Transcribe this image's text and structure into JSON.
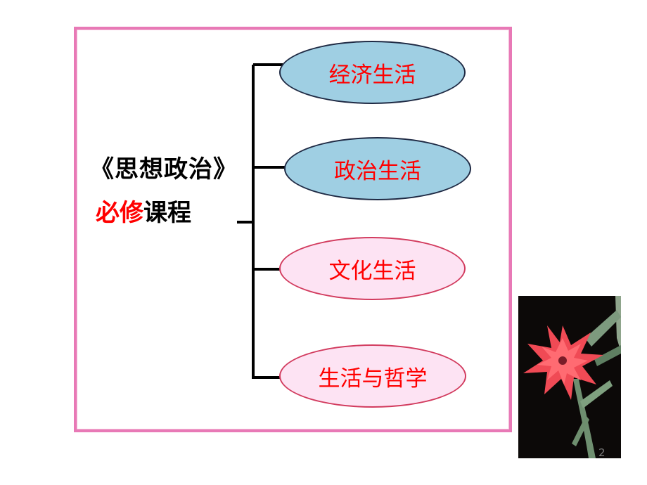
{
  "root": {
    "title": "《思想政治》",
    "required": "必修",
    "course": "课程"
  },
  "branches": [
    {
      "label": "经济生活",
      "style": "blue"
    },
    {
      "label": "政治生活",
      "style": "blue"
    },
    {
      "label": "文化生活",
      "style": "pink"
    },
    {
      "label": "生活与哲学",
      "style": "pink"
    }
  ],
  "photo": {
    "subject": "red-carnation-flower"
  },
  "page_number": "2",
  "colors": {
    "frame": "#e879b6",
    "label_text": "#ff0000",
    "blue_fill": "#9fcfe3",
    "pink_fill": "#fde3f3",
    "pink_outline": "#d23b5e"
  }
}
